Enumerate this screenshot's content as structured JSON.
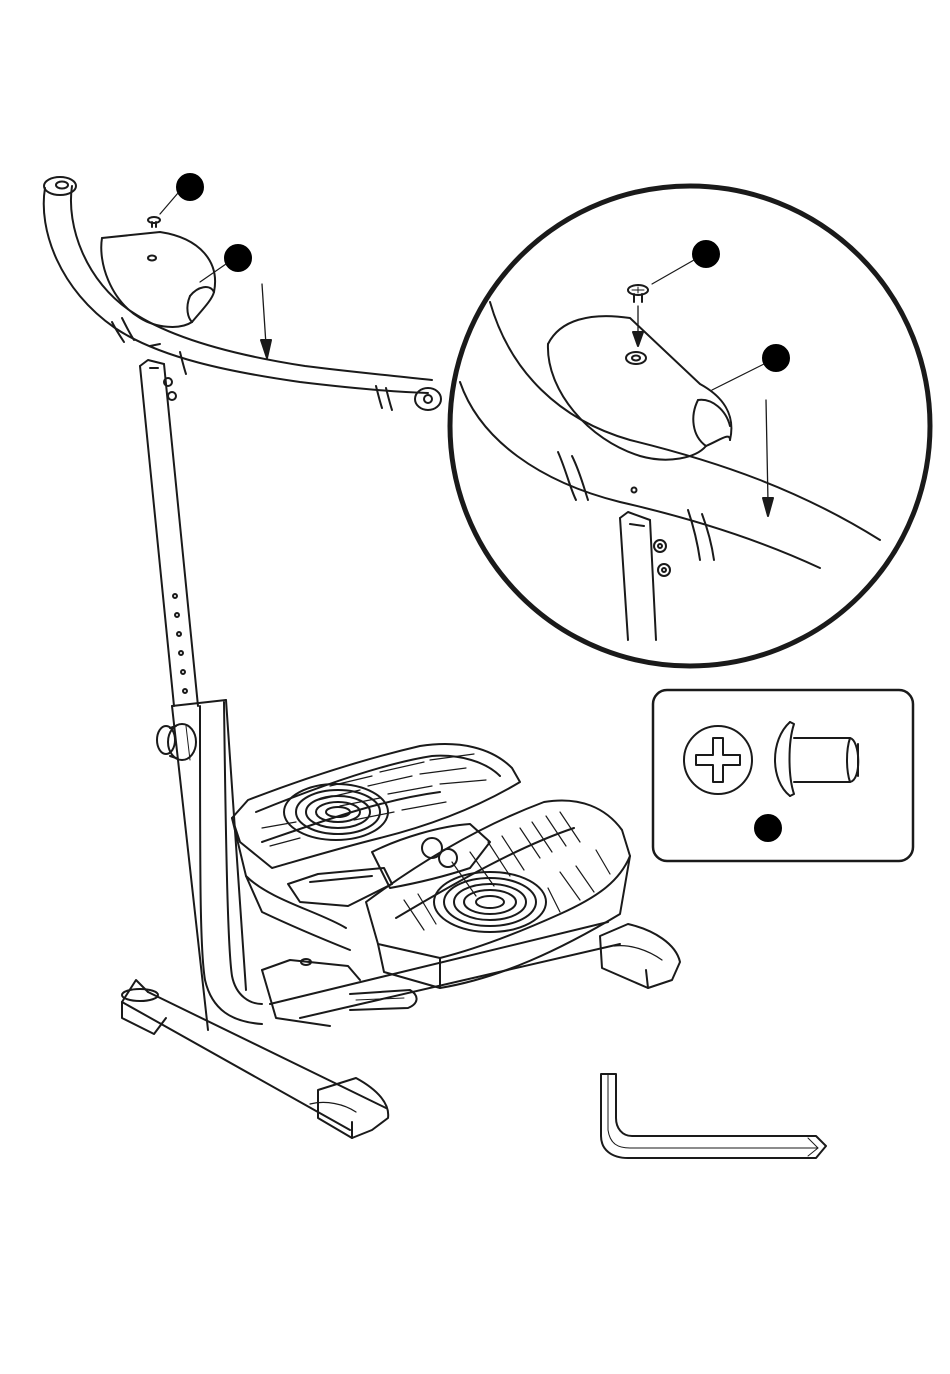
{
  "figure": {
    "main_assembly": {
      "parts": [
        "handlebar",
        "handlebar-cover",
        "cover-screw",
        "upright-post",
        "adjustment-knob",
        "step-platform",
        "stabilizer-base",
        "end-caps"
      ]
    },
    "callouts": [
      {
        "part": "cover-screw",
        "fill": "#000000"
      },
      {
        "part": "handlebar-cover",
        "fill": "#000000"
      }
    ],
    "detail_callouts": [
      {
        "part": "cover-screw",
        "fill": "#000000"
      },
      {
        "part": "handlebar-cover",
        "fill": "#000000"
      }
    ],
    "hardware_box": {
      "item": "phillips-head-screw",
      "callout_fill": "#000000"
    },
    "tool": {
      "name": "allen-wrench"
    },
    "colors": {
      "line": "#1a1a1a",
      "background": "#ffffff"
    }
  }
}
